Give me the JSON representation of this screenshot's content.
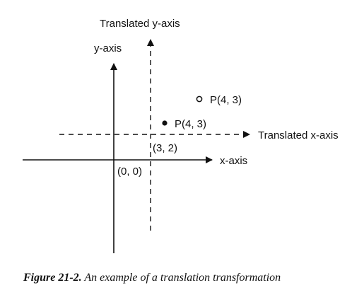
{
  "labels": {
    "translated_y_axis": "Translated y-axis",
    "y_axis": "y-axis",
    "point_translated": "P(4, 3)",
    "point_original": "P(4, 3)",
    "translated_x_axis": "Translated x-axis",
    "offset": "(3, 2)",
    "x_axis": "x-axis",
    "origin": "(0, 0)"
  },
  "caption": {
    "figure_number": "Figure 21-2.",
    "text": "An example of a translation transformation"
  },
  "colors": {
    "ink": "#111111",
    "background": "#ffffff"
  }
}
